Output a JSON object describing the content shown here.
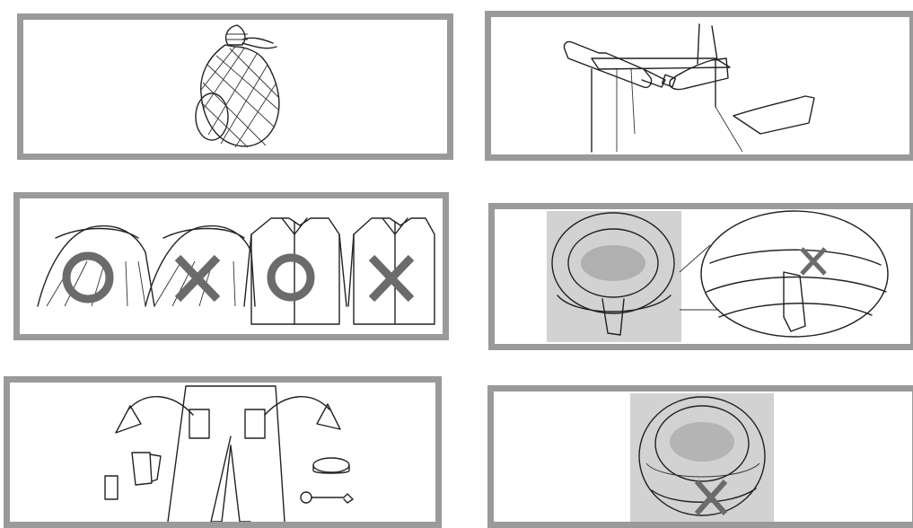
{
  "panels": [
    {
      "id": "p1",
      "illustration": "laundry-net-bag",
      "icon": "laundry-net-icon"
    },
    {
      "id": "p2",
      "illustration": "adding-detergent",
      "icon": "detergent-bottle-icon"
    },
    {
      "id": "p3",
      "illustration": "garment-fastening-do-dont",
      "marks": [
        "O",
        "X",
        "O",
        "X"
      ]
    },
    {
      "id": "p4",
      "illustration": "door-seal-check-zoom",
      "marks": [
        "X"
      ]
    },
    {
      "id": "p5",
      "illustration": "empty-pockets",
      "icon": "trousers-pockets-icon"
    },
    {
      "id": "p6",
      "illustration": "door-gasket-no-items",
      "marks": [
        "X"
      ]
    }
  ],
  "colors": {
    "frame": "#9a9a9a",
    "mark": "#6b6b6b",
    "ink": "#222222",
    "shade": "#d2d2d2"
  }
}
